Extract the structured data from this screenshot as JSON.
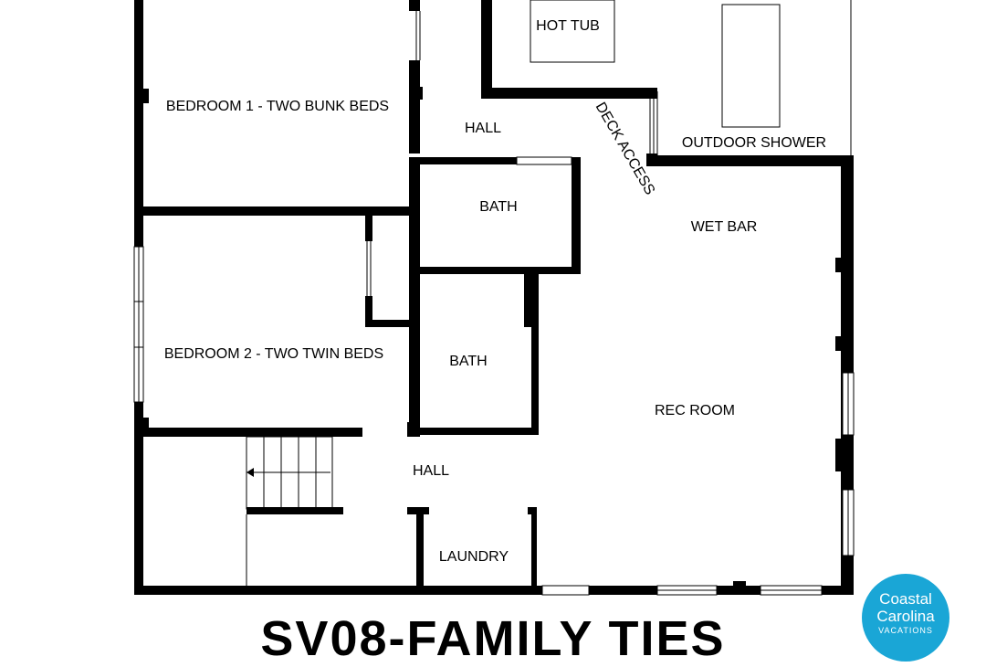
{
  "rooms": {
    "bedroom1": "BEDROOM 1 - TWO BUNK BEDS",
    "bedroom2": "BEDROOM 2 - TWO TWIN BEDS",
    "hall_upper": "HALL",
    "hall_lower": "HALL",
    "bath_upper": "BATH",
    "bath_lower": "BATH",
    "hot_tub": "HOT TUB",
    "outdoor_shower": "OUTDOOR SHOWER",
    "deck_access": "DECK ACCESS",
    "wet_bar": "WET BAR",
    "rec_room": "REC ROOM",
    "laundry": "LAUNDRY"
  },
  "title": "SV08-FAMILY TIES",
  "logo": {
    "line1": "Coastal",
    "line2": "Carolina",
    "line3": "VACATIONS",
    "color": "#1aa6d6"
  }
}
